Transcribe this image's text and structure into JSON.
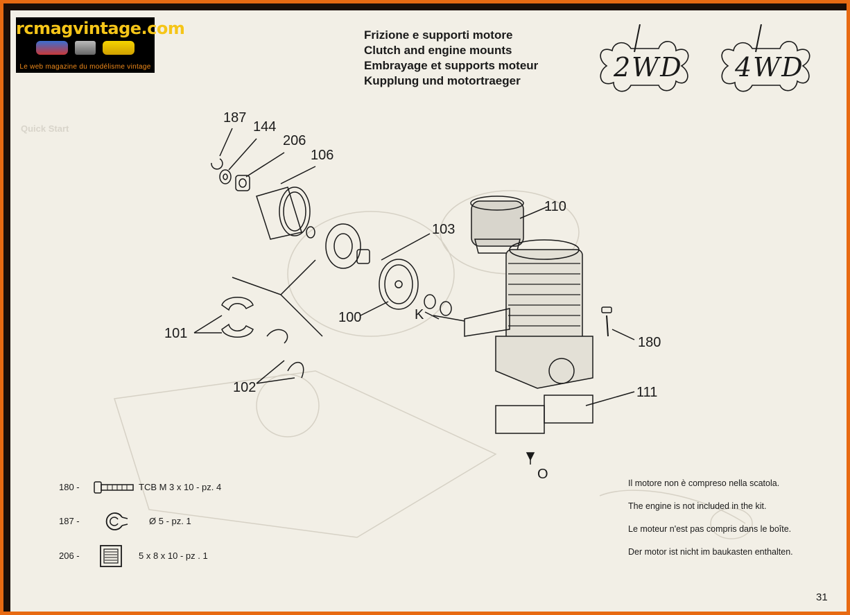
{
  "logo": {
    "title": "rcmagvintage.com",
    "subtitle": "Le web magazine du modélisme vintage"
  },
  "headings": [
    "Frizione e supporti motore",
    "Clutch and engine mounts",
    "Embrayage et supports moteur",
    "Kupplung und motortraeger"
  ],
  "badges": {
    "left": "2WD",
    "right": "4WD"
  },
  "faded_text": {
    "quick": "Quick Start"
  },
  "callouts": {
    "c187": "187",
    "c144": "144",
    "c206": "206",
    "c106": "106",
    "c110": "110",
    "c103": "103",
    "c100": "100",
    "c101": "101",
    "c102": "102",
    "c180": "180",
    "c111": "111",
    "k": "K",
    "o": "O"
  },
  "legend": [
    {
      "num": "180 -",
      "desc": "TCB M 3 x 10 - pz. 4"
    },
    {
      "num": "187 -",
      "desc": "Ø 5 - pz. 1"
    },
    {
      "num": "206 -",
      "desc": "5 x 8 x 10 - pz . 1"
    }
  ],
  "notes": [
    "Il motore non è compreso nella scatola.",
    "The engine is not included in the kit.",
    "Le moteur n'est pas compris dans le boîte.",
    "Der motor ist nicht im baukasten enthalten."
  ],
  "page_number": "31"
}
